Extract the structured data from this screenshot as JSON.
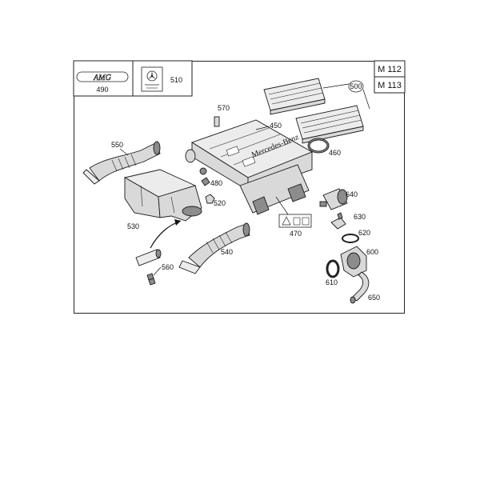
{
  "legend": {
    "badge_label": "490",
    "badge_logo_text": "AMG",
    "emblem_label": "510"
  },
  "models": [
    "M 112",
    "M 113"
  ],
  "housing_brand_text": "Mercedes-Benz",
  "callouts": {
    "p450": "450",
    "p460": "460",
    "p470": "470",
    "p480": "480",
    "p500": "500",
    "p520": "520",
    "p530": "530",
    "p540": "540",
    "p550": "550",
    "p560": "560",
    "p570": "570",
    "p600": "600",
    "p610": "610",
    "p620": "620",
    "p630": "630",
    "p640": "640",
    "p650": "650"
  }
}
